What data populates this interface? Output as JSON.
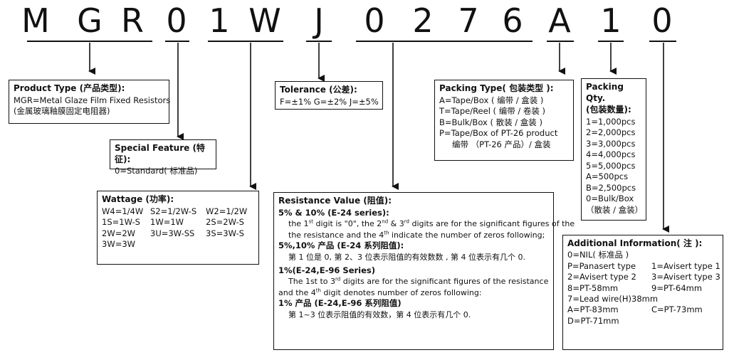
{
  "code": [
    "M",
    "G",
    "R",
    "0",
    "1",
    "W",
    "J",
    "0",
    "2",
    "7",
    "6",
    "A",
    "1",
    "0"
  ],
  "product_type": {
    "title": "Product Type (产品类型):",
    "lines": [
      "MGR=Metal Glaze Film Fixed Resistors",
      "(金属玻璃釉膜固定电阻器)"
    ]
  },
  "special_feature": {
    "title": "Special Feature (特征):",
    "lines": [
      "0=Standard( 标准品)"
    ]
  },
  "wattage": {
    "title": "Wattage (功率):",
    "cells": [
      "W4=1/4W",
      "S2=1/2W-S",
      "W2=1/2W",
      "1S=1W-S",
      "1W=1W",
      "2S=2W-S",
      "2W=2W",
      "3U=3W-SS",
      "3S=3W-S",
      "3W=3W",
      "",
      ""
    ]
  },
  "tolerance": {
    "title": "Tolerance (公差):",
    "lines": [
      "F=±1%   G=±2%   J=±5%"
    ]
  },
  "resistance": {
    "title": "Resistance Value (阻值):",
    "sub1": "5% & 10% (E-24 series):",
    "p1a_pre": "the 1",
    "p1a_sup1": "st",
    "p1a_mid1": " digit is \"0\", the 2",
    "p1a_sup2": "nd",
    "p1a_mid2": " & 3",
    "p1a_sup3": "rd",
    "p1a_post": " digits are for the significant figures of the",
    "p1b_pre": "the resistance and the 4",
    "p1b_sup": "th",
    "p1b_post": " indicate the number of  zeros following;",
    "sub2": "5%,10% 产品 (E-24 系列阻值):",
    "p2": "第 1 位是 0, 第 2、3 位表示阻值的有效数数 , 第 4 位表示有几个 0.",
    "sub3": "1%(E-24,E-96 Series)",
    "p3a_pre": "The 1st to 3",
    "p3a_sup": "rd",
    "p3a_post": " digits are for the significant figures of the resistance",
    "p3b_pre": "and the 4",
    "p3b_sup": "th",
    "p3b_post": " digit denotes number of zeros following:",
    "sub4": "1% 产品 (E-24,E-96 系列阻值)",
    "p4": "第 1~3 位表示阻值的有效数，第 4 位表示有几个 0."
  },
  "packing_type": {
    "title": "Packing Type( 包装类型 ):",
    "lines": [
      "A=Tape/Box ( 编带 / 盒装 )",
      "T=Tape/Reel ( 编带 / 卷装 )",
      "B=Bulk/Box ( 散装 / 盒装 )",
      "P=Tape/Box of PT-26 product",
      "    编带 （PT-26 产品）/ 盒装"
    ]
  },
  "packing_qty": {
    "title": "Packing Qty.",
    "subtitle": "(包装数量):",
    "lines": [
      "1=1,000pcs",
      "2=2,000pcs",
      "3=3,000pcs",
      "4=4,000pcs",
      "5=5,000pcs",
      "A=500pcs",
      "B=2,500pcs",
      "0=Bulk/Box",
      "（散装 / 盒装）"
    ]
  },
  "additional": {
    "title": "Additional Information( 注 ):",
    "line1": "0=NIL( 标准品 )",
    "cells": [
      "P=Panasert type",
      "1=Avisert type 1",
      "2=Avisert type 2",
      "3=Avisert type 3",
      "8=PT-58mm",
      "9=PT-64mm"
    ],
    "line7": "7=Lead wire(H)38mm",
    "cells2": [
      "A=PT-83mm",
      "C=PT-73mm"
    ],
    "line9": "D=PT-71mm"
  }
}
